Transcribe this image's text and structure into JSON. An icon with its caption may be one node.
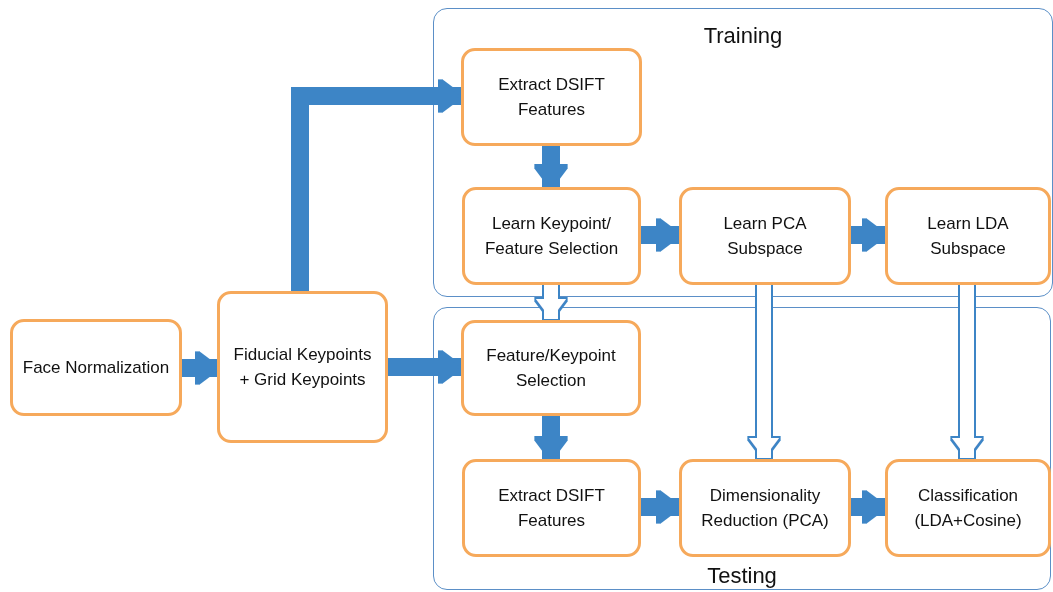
{
  "diagram": {
    "nodes": [
      {
        "text": [
          "Training"
        ]
      },
      {
        "text": [
          "Extract DSIFT Features"
        ],
        "in": 0
      },
      {
        "text": [
          "Learn Keypoint/ Feature Selection"
        ],
        "in": 0
      },
      {
        "text": [
          "Learn PCA Subspace"
        ],
        "in": 0
      },
      {
        "text": [
          "Learn LDA Subspace"
        ],
        "in": 0
      },
      {
        "text": [
          "Face Normalization"
        ]
      },
      {
        "text": [
          "Fiducial Keypoints + Grid Keypoints"
        ]
      },
      {
        "text": [
          "Testing"
        ]
      },
      {
        "text": [
          "Feature/Keypoint Selection"
        ],
        "in": 7
      },
      {
        "text": [
          "Extract DSIFT Features"
        ],
        "in": 7
      },
      {
        "text": [
          "Dimensionality Reduction (PCA)"
        ],
        "in": 7
      },
      {
        "text": [
          "Classification (LDA+Cosine)"
        ],
        "in": 7
      }
    ],
    "edges": [
      {
        "from": 5,
        "to": 6,
        "arrow": "to"
      },
      {
        "from": 6,
        "to": 1,
        "arrow": "to"
      },
      {
        "from": 6,
        "to": 8,
        "arrow": "to"
      },
      {
        "from": 1,
        "to": 2,
        "arrow": "to"
      },
      {
        "from": 2,
        "to": 3,
        "arrow": "to"
      },
      {
        "from": 3,
        "to": 4,
        "arrow": "to"
      },
      {
        "from": 2,
        "to": 8,
        "arrow": "to",
        "color": "#ffffff"
      },
      {
        "from": 3,
        "to": 10,
        "arrow": "to",
        "color": "#ffffff"
      },
      {
        "from": 4,
        "to": 11,
        "arrow": "to",
        "color": "#ffffff"
      },
      {
        "from": 8,
        "to": 9,
        "arrow": "to"
      },
      {
        "from": 9,
        "to": 10,
        "arrow": "to"
      },
      {
        "from": 10,
        "to": 11,
        "arrow": "to"
      }
    ]
  }
}
